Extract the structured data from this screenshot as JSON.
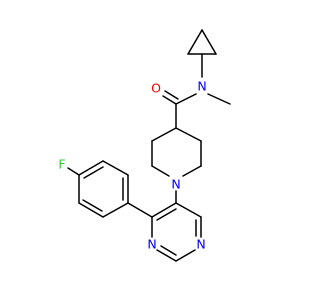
{
  "molecule": {
    "atoms": {
      "fluorine": {
        "label": "F",
        "color": "#33cc33"
      },
      "n_piperidine": {
        "label": "N",
        "color": "#0000ff"
      },
      "n_amide": {
        "label": "N",
        "color": "#0000ff"
      },
      "o_carbonyl": {
        "label": "O",
        "color": "#ff0000"
      },
      "n_pyrimidine_1": {
        "label": "N",
        "color": "#0000ff"
      },
      "n_pyrimidine_2": {
        "label": "N",
        "color": "#0000ff"
      }
    },
    "bond_color": "#000000"
  }
}
